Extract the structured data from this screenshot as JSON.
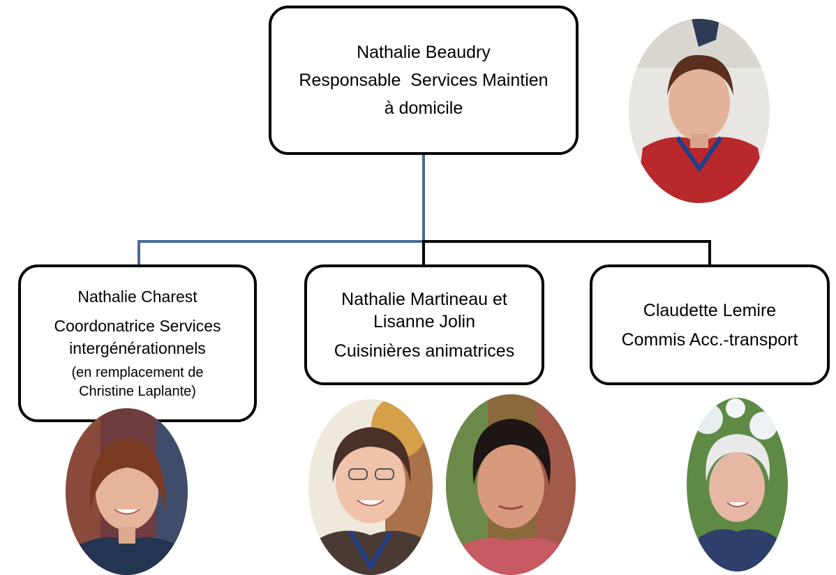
{
  "org_chart": {
    "head": {
      "name": "Nathalie Beaudry",
      "title_line1": "Responsable  Services Maintien",
      "title_line2": "à domicile"
    },
    "members": [
      {
        "name": "Nathalie Charest",
        "title_line1": "Coordonatrice Services",
        "title_line2": "intergénérationnels",
        "note_line1": "(en remplacement de",
        "note_line2": "Christine Laplante)"
      },
      {
        "name_line1": "Nathalie Martineau et",
        "name_line2": "Lisanne Jolin",
        "title": "Cuisinières animatrices"
      },
      {
        "name": "Claudette Lemire",
        "title": "Commis Acc.-transport"
      }
    ]
  },
  "colors": {
    "box_border": "#000000",
    "connector_highlight": "#4a6b93",
    "connector": "#000000"
  }
}
